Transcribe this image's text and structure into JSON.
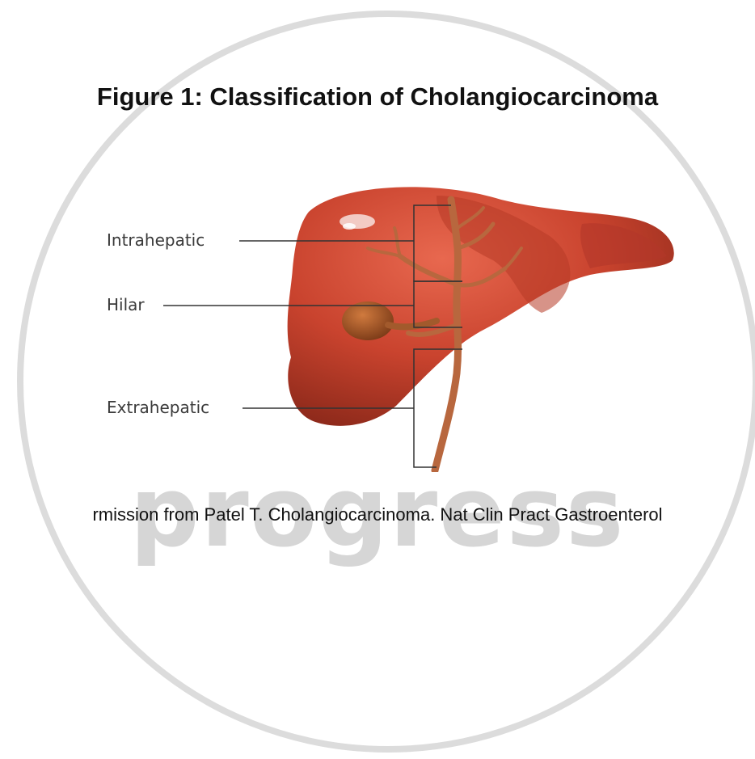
{
  "figure": {
    "title": "Figure 1: Classification of Cholangiocarcinoma",
    "labels": {
      "intrahepatic": "Intrahepatic",
      "hilar": "Hilar",
      "extrahepatic": "Extrahepatic"
    },
    "caption": "rmission from Patel T. Cholangiocarcinoma. Nat Clin Pract Gastroenterol"
  },
  "watermark": {
    "text": "progress"
  },
  "colors": {
    "liver": "#c9432e",
    "liver_light": "#e2604a",
    "liver_dark": "#9a2e1e",
    "bile_duct": "#b8673e",
    "gallbladder": "#a8572a",
    "watermark": "#d6d6d6"
  }
}
